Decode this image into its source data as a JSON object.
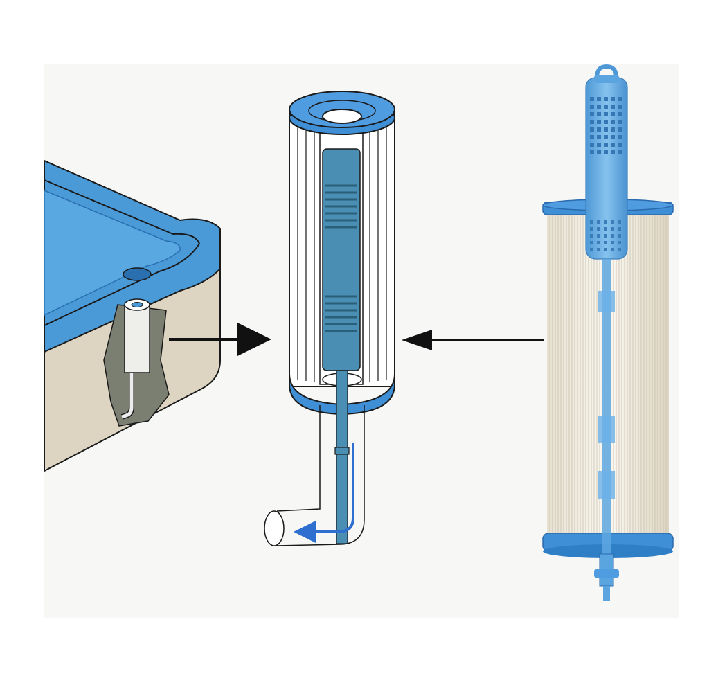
{
  "diagram": {
    "panels": [
      {
        "id": "spa-corner",
        "description_icon": "hot-tub-corner-cutaway-icon"
      },
      {
        "id": "filter-cutaway",
        "description_icon": "filter-cartridge-cutaway-icon"
      },
      {
        "id": "filter-product",
        "description_icon": "filter-with-mineral-stick-icon"
      }
    ],
    "arrows": [
      {
        "id": "arrow-spa-to-filter",
        "direction": "right"
      },
      {
        "id": "arrow-product-to-filter",
        "direction": "left"
      }
    ],
    "flow_indicator": {
      "direction": "down-then-left"
    }
  },
  "colors": {
    "spa_blue": "#4a9ad8",
    "spa_blue_dark": "#2a6fb0",
    "spa_wall": "#ddd4c2",
    "cutaway_gray": "#7a7f72",
    "filter_blue": "#3f8fd6",
    "filter_blue_dark": "#2a6aad",
    "cartridge_cream": "#f4f0e4",
    "pleat_line": "#c8c0ad",
    "stick_blue": "#66aee6",
    "flow_arrow": "#2f6fd0",
    "arrow_black": "#111111",
    "panel_bg": "#f7f7f5"
  }
}
